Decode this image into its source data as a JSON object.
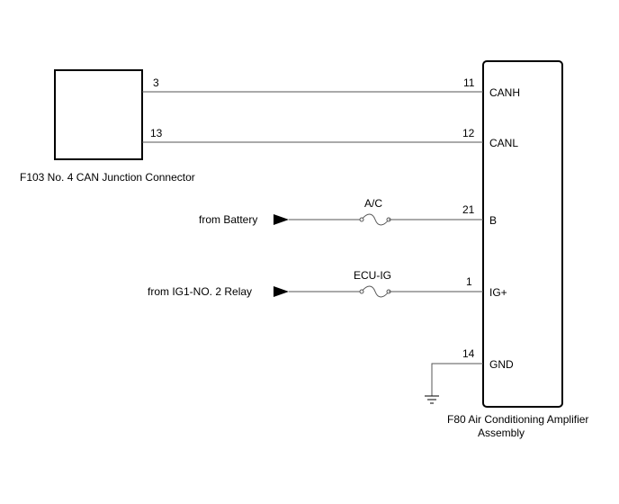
{
  "junction_connector": {
    "label": "F103  No. 4 CAN Junction Connector",
    "pins": {
      "canh": "3",
      "canl": "13"
    }
  },
  "amplifier": {
    "label_line1": "F80  Air Conditioning Amplifier",
    "label_line2": "Assembly",
    "pins": [
      {
        "number": "11",
        "signal": "CANH"
      },
      {
        "number": "12",
        "signal": "CANL"
      },
      {
        "number": "21",
        "signal": "B"
      },
      {
        "number": "1",
        "signal": "IG+"
      },
      {
        "number": "14",
        "signal": "GND"
      }
    ]
  },
  "sources": {
    "battery": "from Battery",
    "relay": "from IG1-NO. 2 Relay"
  },
  "fuses": {
    "ac": "A/C",
    "ecu_ig": "ECU-IG"
  }
}
